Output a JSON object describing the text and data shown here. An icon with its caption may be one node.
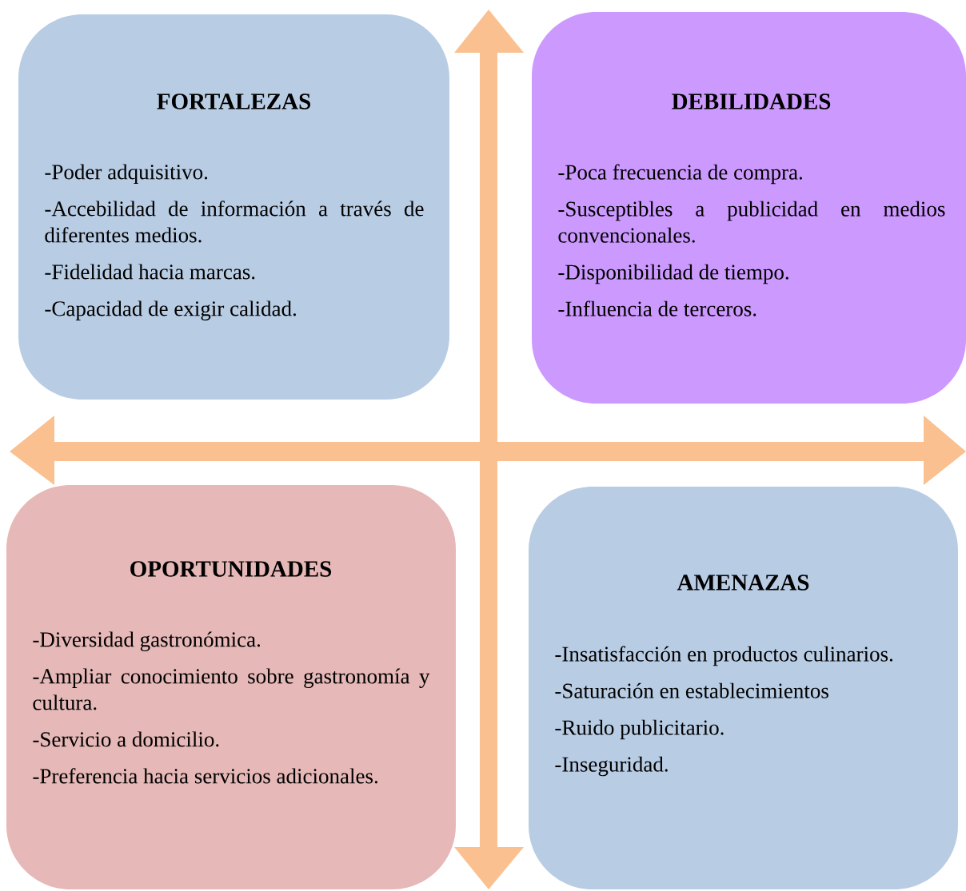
{
  "diagram": {
    "nodes": [
      {
        "text": [
          "FORTALEZAS",
          "-Poder adquisitivo.",
          "-Accebilidad de información a través de diferentes medios.",
          "-Fidelidad hacia marcas.",
          "-Capacidad de exigir calidad."
        ]
      },
      {
        "text": [
          "DEBILIDADES",
          "-Poca frecuencia de compra.",
          "-Susceptibles a publicidad en medios convencionales.",
          "-Disponibilidad de tiempo.",
          "-Influencia de terceros."
        ]
      },
      {
        "text": [
          "OPORTUNIDADES",
          "-Diversidad gastronómica.",
          "-Ampliar conocimiento sobre gastronomía y cultura.",
          "-Servicio a domicilio.",
          "-Preferencia hacia servicios adicionales."
        ]
      },
      {
        "text": [
          "AMENAZAS",
          "-Insatisfacción en productos culinarios.",
          "-Saturación en establecimientos",
          "-Ruido publicitario.",
          "-Inseguridad."
        ]
      }
    ]
  }
}
